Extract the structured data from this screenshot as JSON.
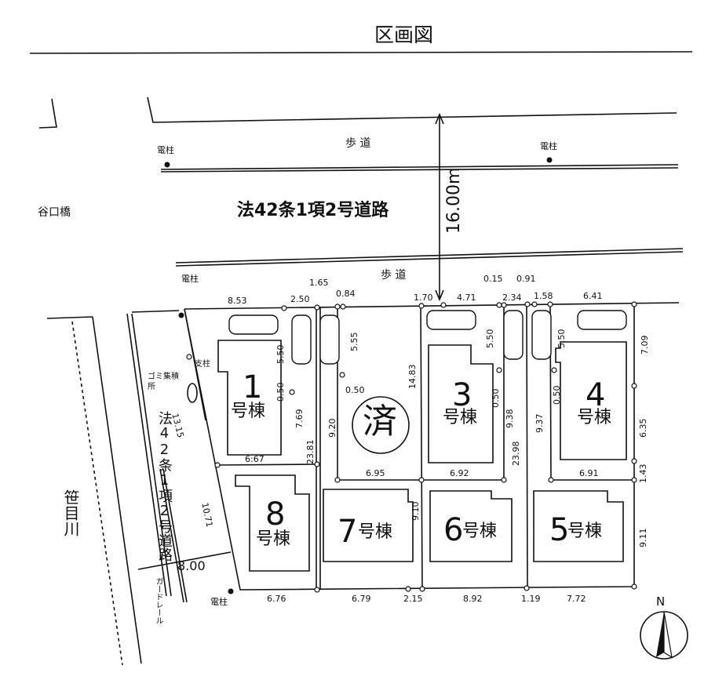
{
  "title": "区画図",
  "road_name": "法42条1項2号道路",
  "road_width": "16.00m",
  "sidewalk": "歩 道",
  "pole": "電柱",
  "bridge": "谷口橋",
  "river": "笹目川",
  "side_road": "法42条1項2号道路",
  "support_pole": "支柱",
  "garbage": "ゴミ集積所",
  "guardrail": "ガードレール",
  "side_road_width": "8.00",
  "sold_mark": "済",
  "go_label": "号棟",
  "north": "N",
  "lots": [
    {
      "num": "1",
      "label": "号棟"
    },
    {
      "num": "3",
      "label": "号棟"
    },
    {
      "num": "4",
      "label": "号棟"
    },
    {
      "num": "5",
      "label": "号棟"
    },
    {
      "num": "6",
      "label": "号棟"
    },
    {
      "num": "7",
      "label": "号棟"
    },
    {
      "num": "8",
      "label": "号棟"
    }
  ],
  "dims": {
    "d853": "8.53",
    "d250": "2.50",
    "d165": "1.65",
    "d084": "0.84",
    "d170": "1.70",
    "d471": "4.71",
    "d015": "0.15",
    "d234": "2.34",
    "d091": "0.91",
    "d158": "1.58",
    "d641": "6.41",
    "d550a": "5.50",
    "d555": "5.55",
    "d550b": "5.50",
    "d550c": "5.50",
    "d709": "7.09",
    "d050a": "0.50",
    "d050b": "0.50",
    "d050c": "0.50",
    "d050d": "0.50",
    "d769": "7.69",
    "d1315": "13.15",
    "d667": "6:67",
    "d2381": "23.81",
    "d920": "9.20",
    "d1483": "14.83",
    "d938": "9.38",
    "d937": "9.37",
    "d635": "6.35",
    "d2398": "23.98",
    "d695": "6.95",
    "d692": "6.92",
    "d691": "6.91",
    "d143": "1.43",
    "d1071": "10.71",
    "d910": "9.10",
    "d911": "9.11",
    "d676": "6.76",
    "d679": "6.79",
    "d215": "2.15",
    "d892": "8.92",
    "d119": "1.19",
    "d772": "7.72"
  }
}
